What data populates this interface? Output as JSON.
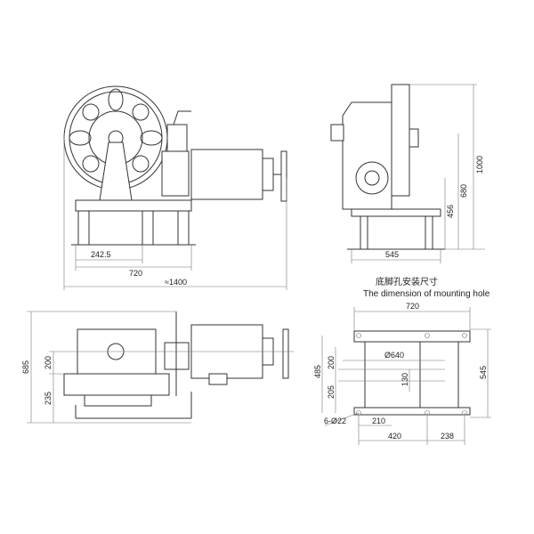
{
  "front_view": {
    "dims": {
      "a": "242.5",
      "b": "720",
      "total": "≈1400"
    }
  },
  "side_view": {
    "dims": {
      "width": "545",
      "h1": "456",
      "h2": "680",
      "h3": "1000"
    }
  },
  "plan_view": {
    "dims": {
      "total": "685",
      "upper": "200",
      "lower": "235"
    }
  },
  "mounting": {
    "title_cn": "底脚孔安装尺寸",
    "title_en": "The dimension of mounting hole",
    "dims": {
      "width": "720",
      "height_inner": "485",
      "height_outer": "545",
      "upper": "200",
      "lower": "205",
      "diameter": "Ø640",
      "center": "130",
      "holes": "6-Ø22",
      "x1": "210",
      "x2": "420",
      "x3": "238"
    }
  }
}
